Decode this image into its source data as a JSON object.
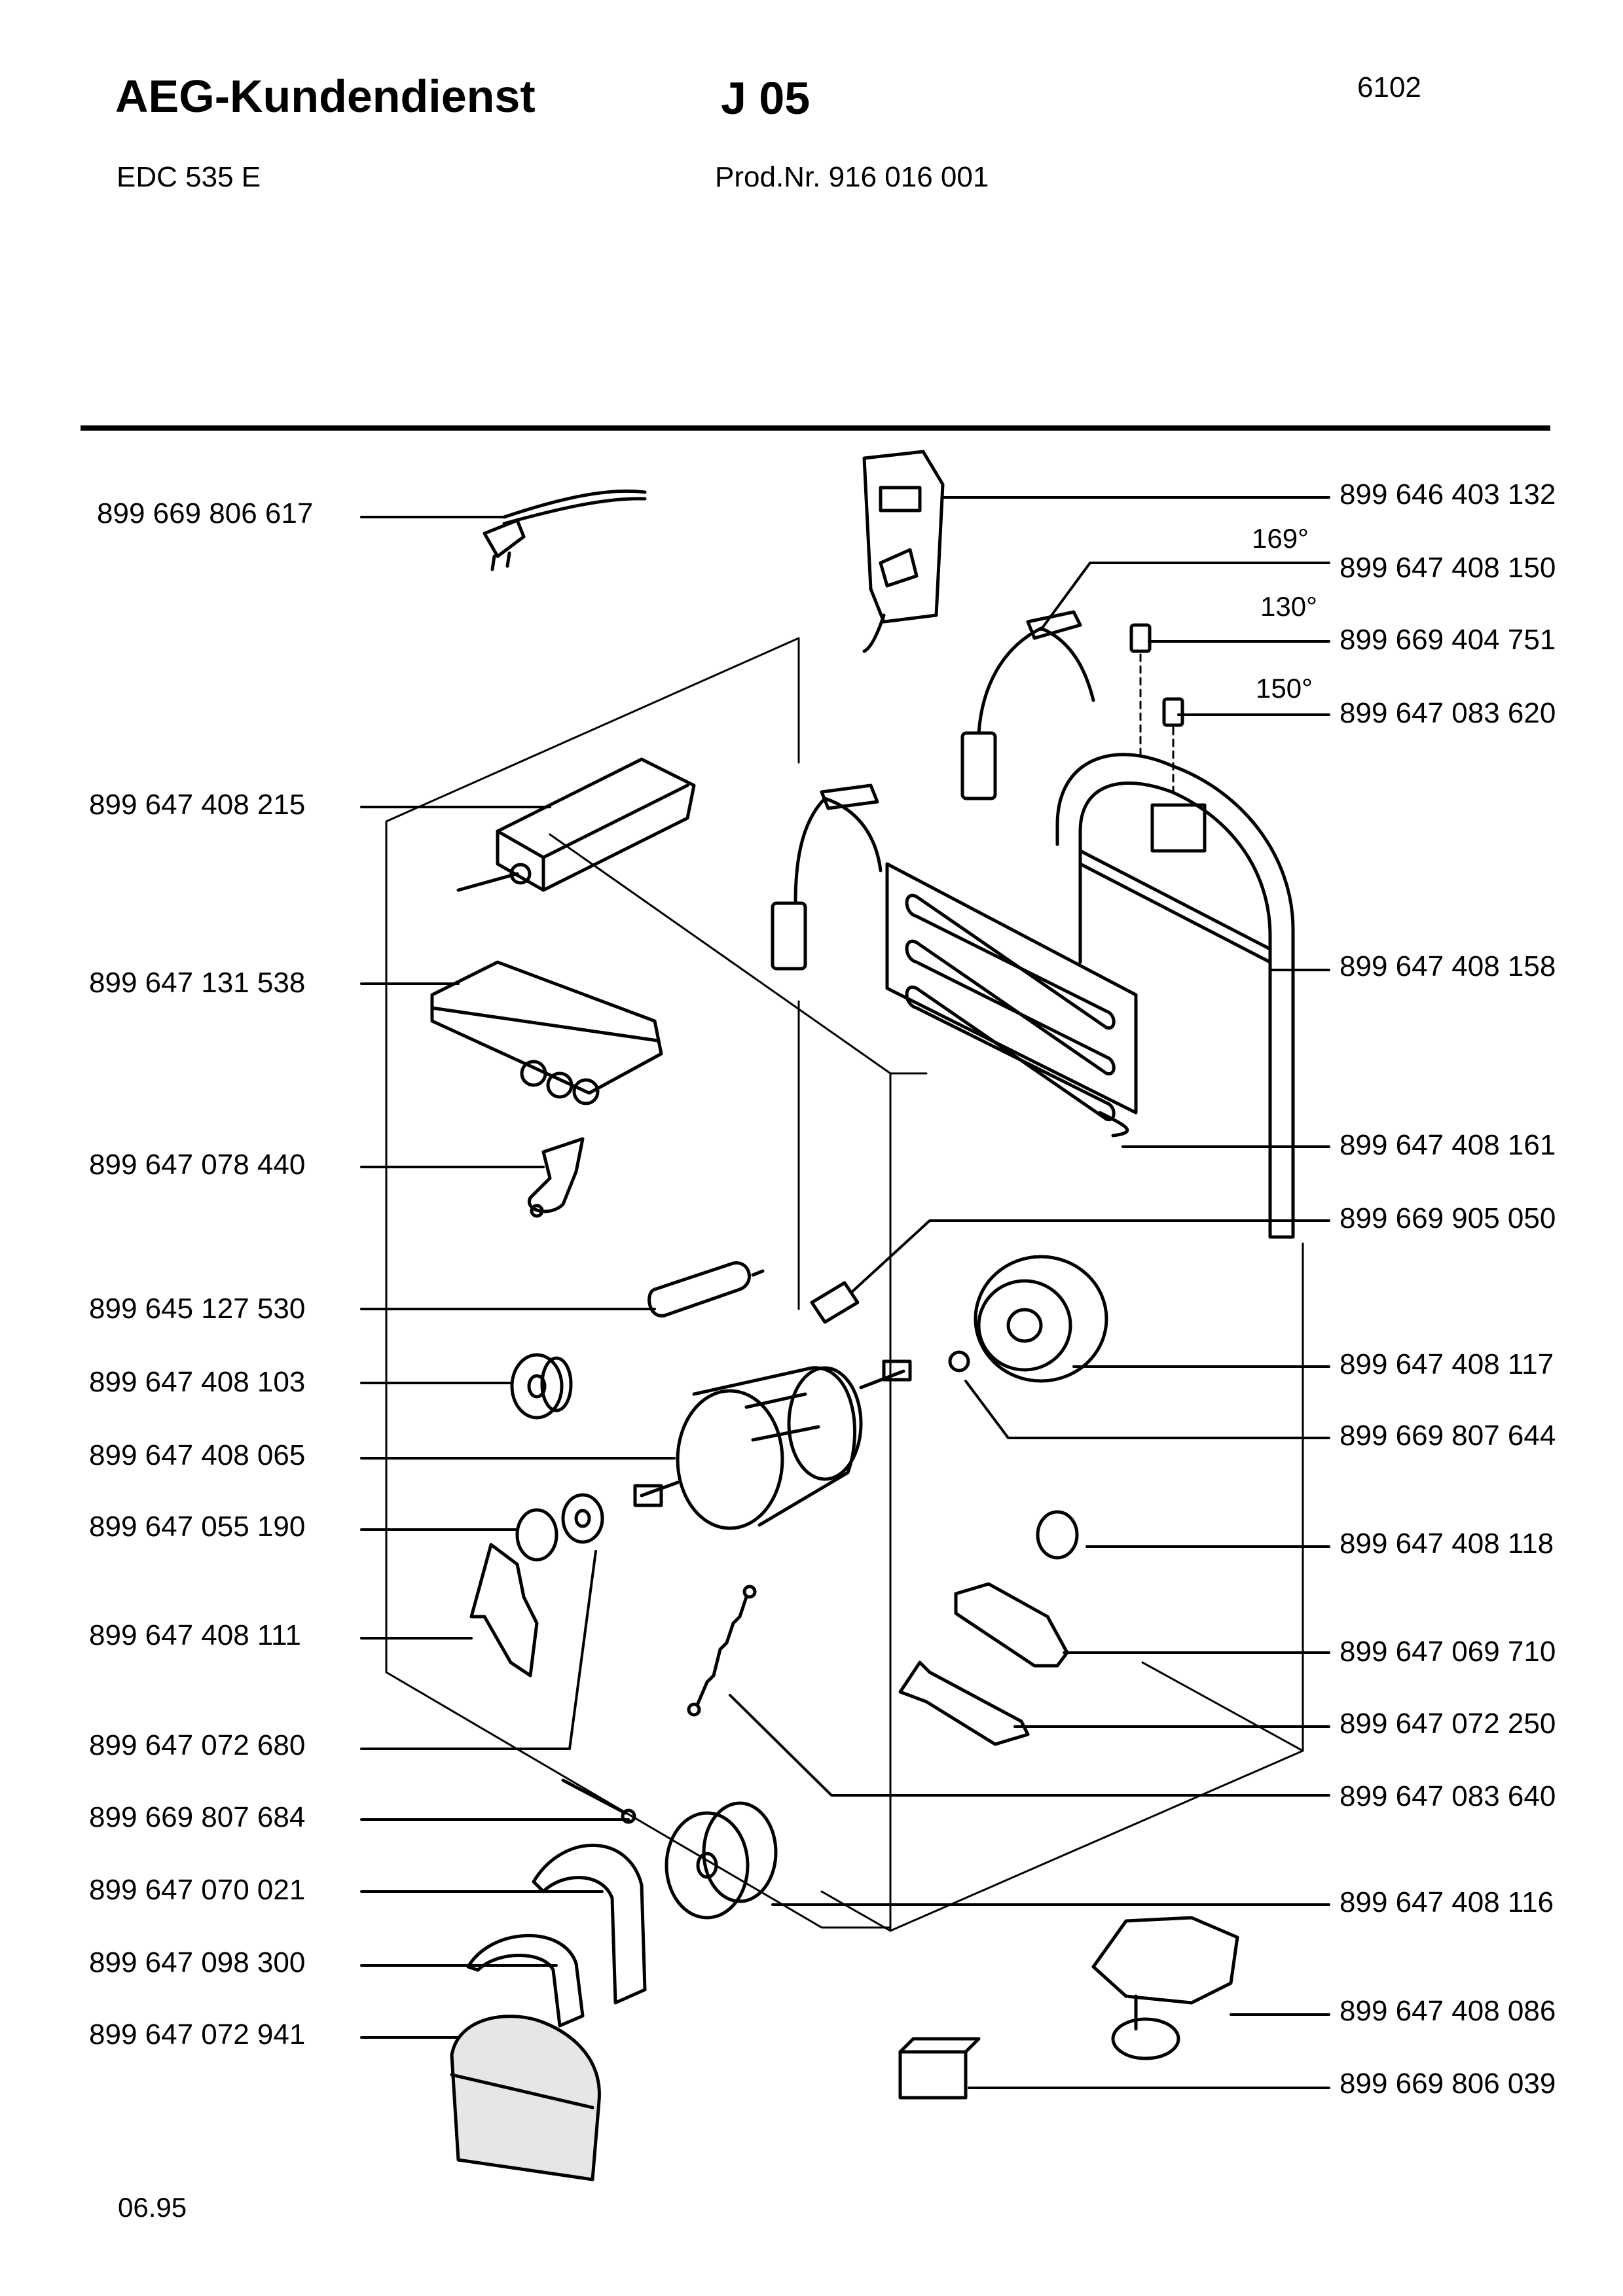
{
  "header": {
    "brand": "AEG-Kundendienst",
    "group_code": "J 05",
    "sheet_number": "6102",
    "model": "EDC 535 E",
    "product_number": "Prod.Nr. 916 016 001"
  },
  "footer": {
    "date": "06.95"
  },
  "parts_left": [
    "899 669 806 617",
    "899 647 408 215",
    "899 647 131 538",
    "899 647 078 440",
    "899 645 127 530",
    "899 647 408 103",
    "899 647 408 065",
    "899 647 055 190",
    "899 647 408 111",
    "899 647 072 680",
    "899 669 807 684",
    "899 647 070 021",
    "899 647 098 300",
    "899 647 072 941"
  ],
  "parts_right": [
    "899 646 403 132",
    "899 647 408 150",
    "899 669 404 751",
    "899 647 083 620",
    "899 647 408 158",
    "899 647 408 161",
    "899 669 905 050",
    "899 647 408 117",
    "899 669 807 644",
    "899 647 408 118",
    "899 647 069 710",
    "899 647 072 250",
    "899 647 083 640",
    "899 647 408 116",
    "899 647 408 086",
    "899 669 806 039"
  ],
  "angles": [
    "169°",
    "130°",
    "150°"
  ]
}
